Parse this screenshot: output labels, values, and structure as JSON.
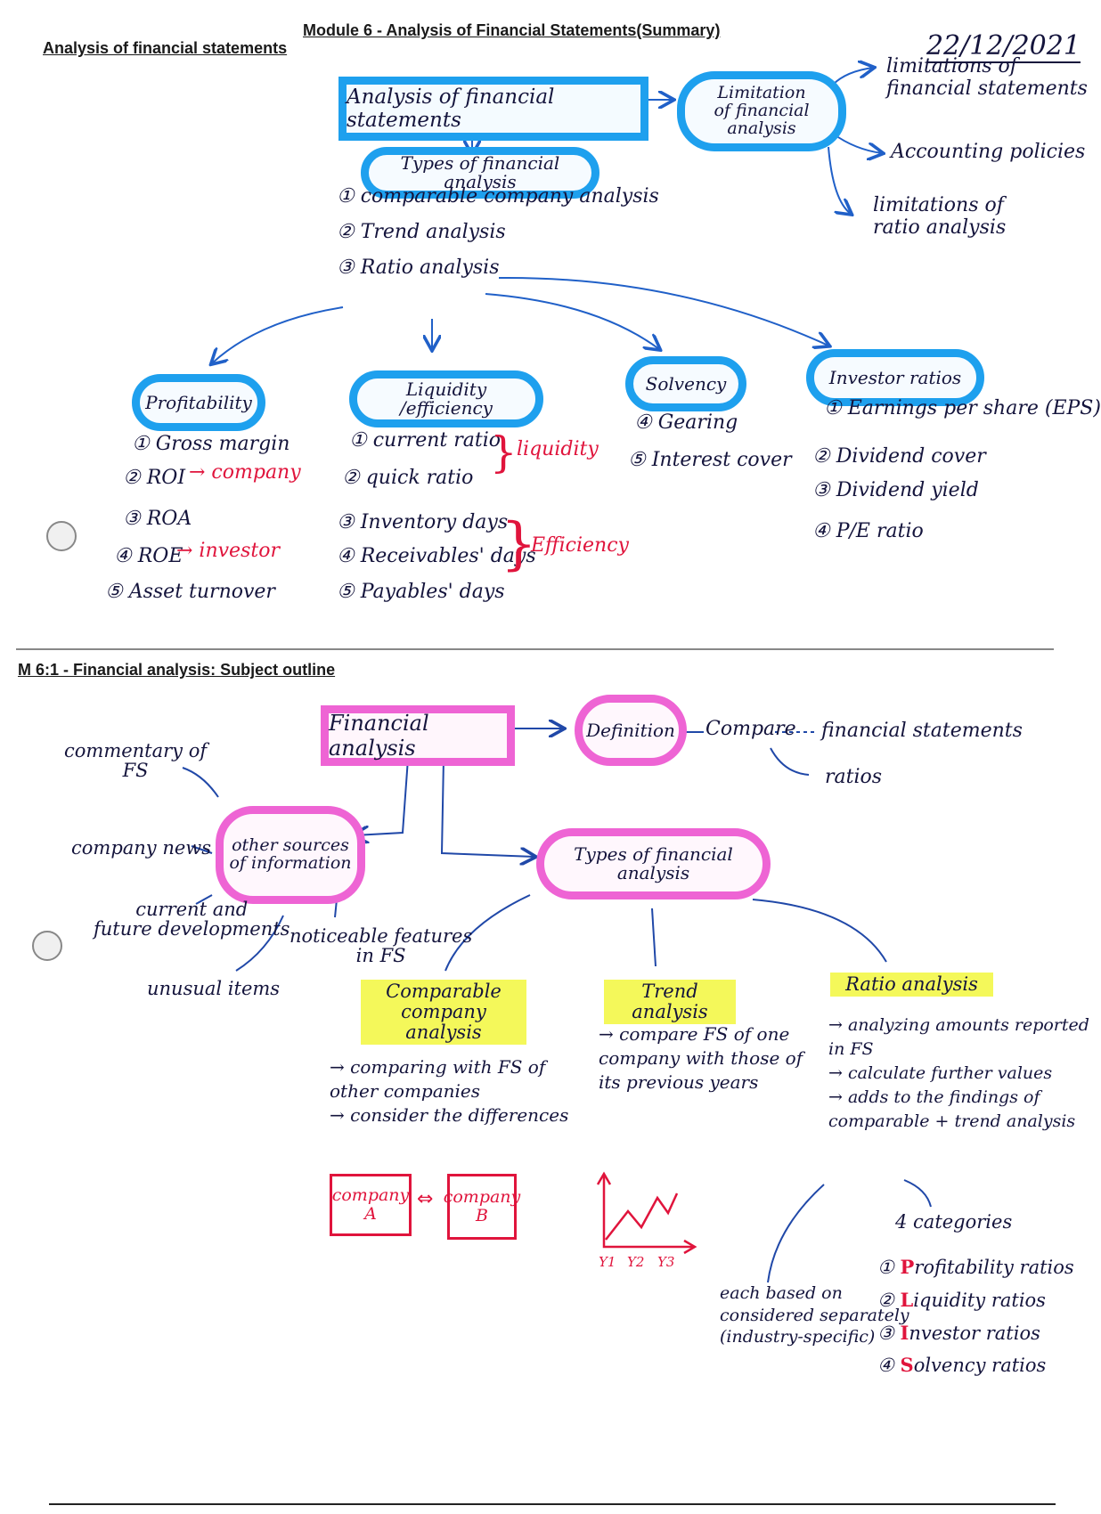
{
  "header": {
    "left_title": "Analysis of financial statements",
    "title": "Module 6 - Analysis of Financial Statements(Summary)",
    "date": "22/12/2021"
  },
  "top": {
    "main_box": "Analysis of financial statements",
    "types_cloud": "Types of financial analysis",
    "types": [
      "① comparable company analysis",
      "② Trend analysis",
      "③ Ratio analysis"
    ],
    "limitation_cloud": [
      "Limitation",
      "of financial analysis"
    ],
    "limitations": [
      [
        "limitations of",
        "financial statements"
      ],
      [
        "Accounting policies"
      ],
      [
        "limitations of",
        "ratio analysis"
      ]
    ],
    "groups": {
      "profitability": {
        "title": "Profitability",
        "items": [
          "① Gross margin",
          "② ROI",
          "③ ROA",
          "④ ROE",
          "⑤ Asset turnover"
        ],
        "notes": {
          "roi": "→ company",
          "roe": "→ investor"
        }
      },
      "liquidity": {
        "title": "Liquidity /efficiency",
        "items": [
          "① current ratio",
          "② quick ratio",
          "③ Inventory days",
          "④ Receivables' days",
          "⑤ Payables' days"
        ],
        "notes": {
          "liquidity": "liquidity",
          "efficiency": "Efficiency"
        }
      },
      "solvency": {
        "title": "Solvency",
        "items": [
          "④ Gearing",
          "⑤ Interest cover"
        ]
      },
      "investor": {
        "title": "Investor ratios",
        "items": [
          "① Earnings per share (EPS)",
          "② Dividend cover",
          "③ Dividend yield",
          "④ P/E ratio"
        ]
      }
    }
  },
  "bottom": {
    "section_title": "M 6:1 - Financial analysis: Subject outline",
    "main_box": "Financial analysis",
    "definition_cloud": "Definition",
    "compare": "Compare",
    "compare_targets": [
      "financial statements",
      "ratios"
    ],
    "other_cloud": [
      "other sources",
      "of information"
    ],
    "other_sources": [
      [
        "commentary of",
        "FS"
      ],
      [
        "company news"
      ],
      [
        "current and",
        "future developments"
      ],
      [
        "unusual items"
      ],
      [
        "noticeable features",
        "in FS"
      ]
    ],
    "types_cloud": "Types of financial analysis",
    "comparable": {
      "title": [
        "Comparable company",
        "analysis"
      ],
      "notes": [
        "→ comparing with FS of",
        "other companies",
        "→ consider the differences"
      ],
      "company_a": [
        "company",
        "A"
      ],
      "company_b": [
        "company",
        "B"
      ],
      "arrow": "⇔"
    },
    "trend": {
      "title": "Trend analysis",
      "notes": [
        "→ compare FS of one",
        "company with those of",
        "its previous years"
      ],
      "year_labels": [
        "Y1",
        "Y2",
        "Y3"
      ]
    },
    "ratio": {
      "title": "Ratio analysis",
      "notes": [
        "→ analyzing amounts reported",
        "in FS",
        "→ calculate further values",
        "→ adds to the findings of",
        "comparable + trend analysis"
      ],
      "categories_label": "4 categories",
      "categories": [
        {
          "num": "①",
          "letter": "P",
          "rest": "rofitability ratios"
        },
        {
          "num": "②",
          "letter": "L",
          "rest": "iquidity ratios"
        },
        {
          "num": "③",
          "letter": "I",
          "rest": "nvestor ratios"
        },
        {
          "num": "④",
          "letter": "S",
          "rest": "olvency ratios"
        }
      ],
      "compare_note": [
        "each based on",
        "considered separately",
        "(industry-specific)"
      ]
    }
  }
}
